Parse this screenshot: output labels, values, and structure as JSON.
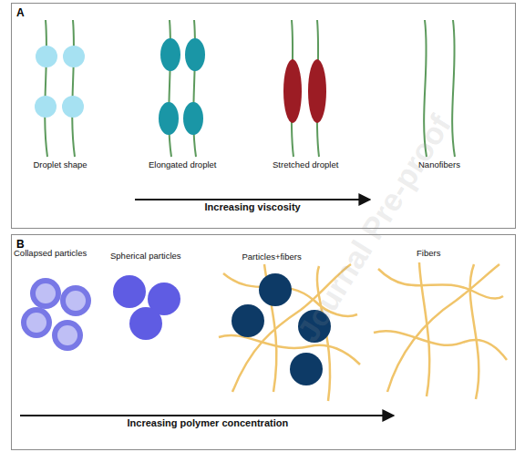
{
  "diagram": {
    "nodes": [
      {
        "text": [
          "A"
        ]
      },
      {
        "text": [
          "B"
        ]
      }
    ],
    "labels": [
      "Droplet shape",
      "Elongated droplet",
      "Stretched droplet",
      "Nanofibers",
      "Increasing viscosity",
      "Collapsed particles",
      "Spherical particles",
      "Particles+fibers",
      "Fibers",
      "Increasing polymer concentration",
      "Journal Pre-proof"
    ]
  }
}
